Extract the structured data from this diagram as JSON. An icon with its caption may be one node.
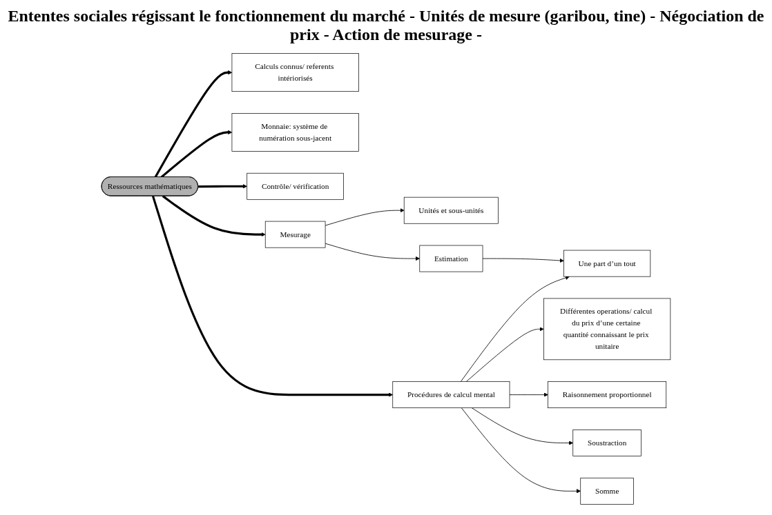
{
  "diagram": {
    "nodes": [
      {
        "text": [
          "Ressources mathématiques"
        ]
      },
      {
        "text": [
          "Calculs connus/ referents intériorisés"
        ]
      },
      {
        "text": [
          "Monnaie: système de numération sous-jacent"
        ]
      },
      {
        "text": [
          "Différentes operations/ calcul du prix d’une certaine quantité connaissant le prix unitaire"
        ]
      },
      {
        "text": [
          "Contrôle/ vérification"
        ]
      },
      {
        "text": [
          "Mesurage"
        ]
      },
      {
        "text": [
          "Raisonnement proportionnel"
        ]
      },
      {
        "text": [
          "Procédures de calcul mental"
        ]
      },
      {
        "text": [
          "Unités et sous-unités"
        ]
      },
      {
        "text": [
          "Estimation"
        ]
      },
      {
        "text": [
          "Une part d’un tout"
        ]
      },
      {
        "text": [
          "Soustraction"
        ]
      },
      {
        "text": [
          "Somme"
        ]
      }
    ],
    "edges": [
      {
        "from": 0,
        "to": 1,
        "arrow": "to",
        "style": "thick"
      },
      {
        "from": 0,
        "to": 2,
        "arrow": "to",
        "style": "thick"
      },
      {
        "from": 0,
        "to": 4,
        "arrow": "to",
        "style": "thick"
      },
      {
        "from": 0,
        "to": 5,
        "arrow": "to",
        "style": "thick"
      },
      {
        "from": 0,
        "to": 7,
        "arrow": "to",
        "style": "thick"
      },
      {
        "from": 7,
        "to": 3,
        "arrow": "to"
      },
      {
        "from": 7,
        "to": 6,
        "arrow": "to"
      },
      {
        "from": 5,
        "to": 8,
        "arrow": "to"
      },
      {
        "from": 5,
        "to": 9,
        "arrow": "to"
      },
      {
        "from": 9,
        "to": 10,
        "arrow": "to"
      },
      {
        "from": 7,
        "to": 10,
        "arrow": "to"
      },
      {
        "from": 7,
        "to": 11,
        "arrow": "to"
      },
      {
        "from": 7,
        "to": 12,
        "arrow": "to"
      }
    ],
    "labels": [
      "Ententes sociales régissant le fonctionnement du marché - Unités de mesure (garibou, tine) - Négociation de prix - Action de mesurage -"
    ]
  }
}
